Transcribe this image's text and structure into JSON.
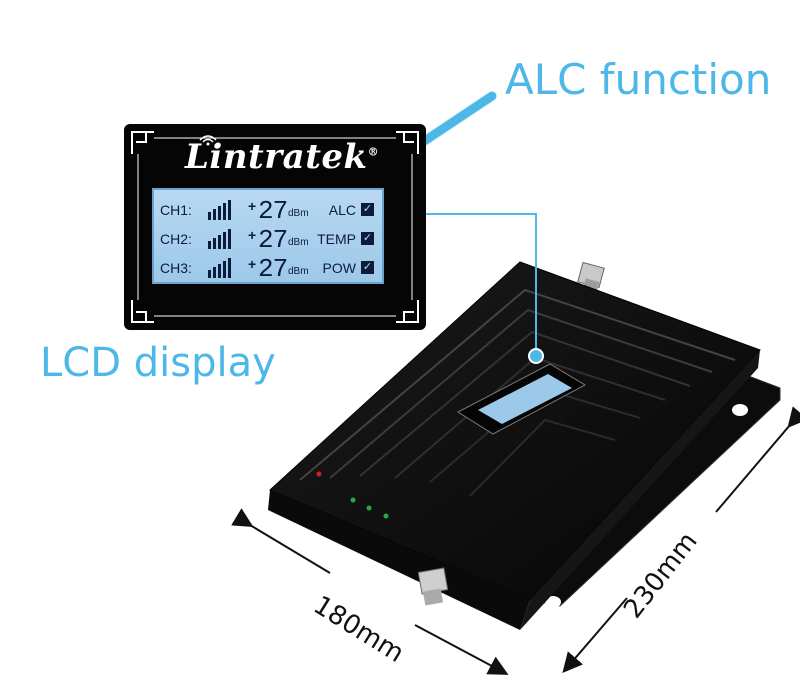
{
  "callouts": {
    "alc_function": "ALC function",
    "lcd_display": "LCD display"
  },
  "panel": {
    "logo": "Lintratek",
    "registered_mark": "®",
    "rows": [
      {
        "label": "CH1:",
        "value": "27",
        "unit": "dBm",
        "plus": "+",
        "flag": "ALC",
        "check": "✓",
        "signal_bars": 5
      },
      {
        "label": "CH2:",
        "value": "27",
        "unit": "dBm",
        "plus": "+",
        "flag": "TEMP",
        "check": "✓",
        "signal_bars": 5
      },
      {
        "label": "CH3:",
        "value": "27",
        "unit": "dBm",
        "plus": "+",
        "flag": "POW",
        "check": "✓",
        "signal_bars": 5
      }
    ]
  },
  "dimensions": {
    "width": "180mm",
    "length": "230mm"
  },
  "colors": {
    "accent_blue": "#4db8e8",
    "lcd_backlight": "#b9d9f1",
    "device_body": "#0a0a0a"
  },
  "icons": [
    "wifi-icon",
    "checkbox-icon",
    "arrow-icon",
    "signal-bars-icon"
  ]
}
